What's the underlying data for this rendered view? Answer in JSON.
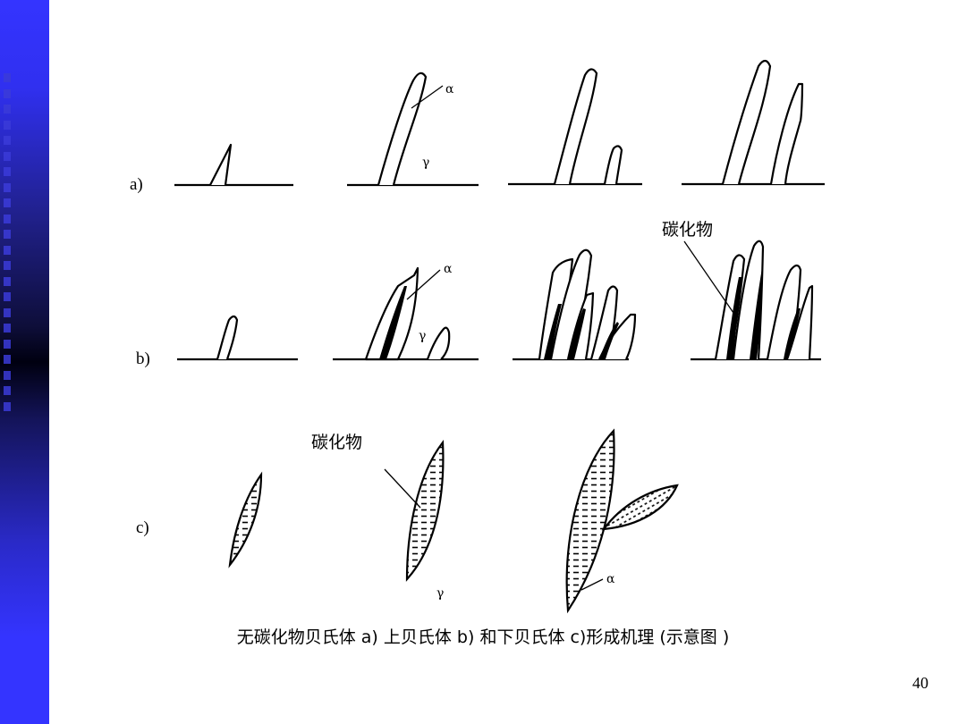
{
  "rows": {
    "a": "a)",
    "b": "b)",
    "c": "c)"
  },
  "labels": {
    "alpha": "α",
    "gamma": "γ",
    "carbide": "碳化物"
  },
  "caption": "无碳化物贝氏体 a) 上贝氏体 b) 和下贝氏体 c)形成机理 (示意图 )",
  "page_number": "40",
  "colors": {
    "sidebar": "#3434ff",
    "sidebar_dark": "#000010"
  }
}
